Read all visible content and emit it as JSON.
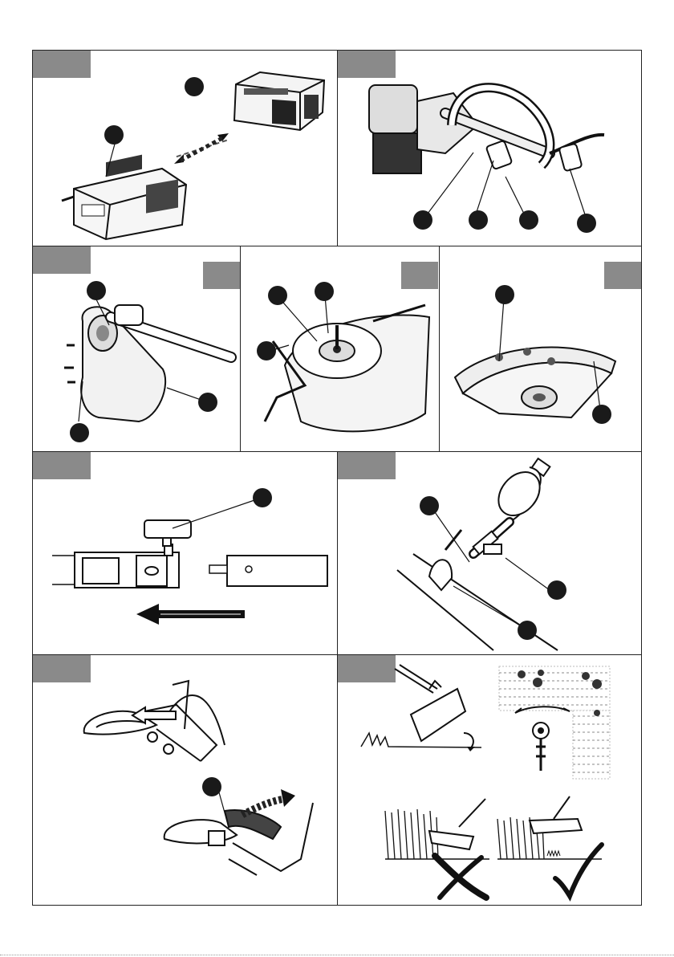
{
  "page": {
    "panels": [
      {
        "id": "battery-charger",
        "subject": "battery-and-charger"
      },
      {
        "id": "trimmer-assembly",
        "subject": "motor-housing-handle-and-knobs"
      },
      {
        "id": "guard-screws",
        "subject": "guard-mounting-plate"
      },
      {
        "id": "spool-head",
        "subject": "spool-and-shaft"
      },
      {
        "id": "guard-cover",
        "subject": "grass-guard-cover"
      },
      {
        "id": "shaft-connect",
        "subject": "shaft-coupling-knob"
      },
      {
        "id": "shoulder-hook",
        "subject": "shoulder-strap-hook"
      },
      {
        "id": "strap-buckle",
        "subject": "strap-buckle-adjust"
      },
      {
        "id": "cutting-technique",
        "subject": "correct-cutting-technique"
      }
    ]
  },
  "icons": {
    "wrong": "cross-mark-icon",
    "right": "check-mark-icon",
    "arrow": "direction-arrow-icon"
  }
}
